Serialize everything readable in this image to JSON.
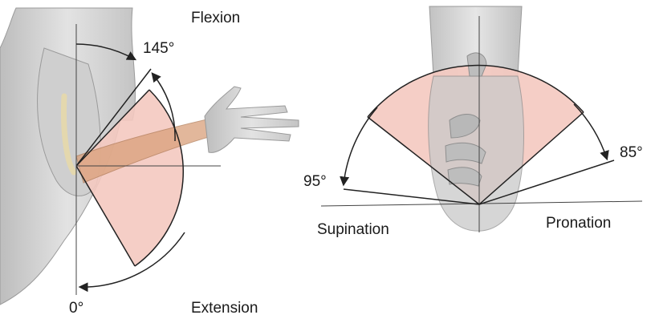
{
  "elbow_flexion": {
    "top_label": "Flexion",
    "bottom_label": "Extension",
    "max_angle_label": "145°",
    "zero_label": "0°",
    "max_angle_value": 145,
    "zero_value": 0
  },
  "forearm_rotation": {
    "left_label": "Supination",
    "right_label": "Pronation",
    "left_angle_label": "95°",
    "right_angle_label": "85°",
    "supination_value": 95,
    "pronation_value": 85
  },
  "colors": {
    "arc_fill": "#f4c9c0",
    "skin": "#d6d6d6",
    "line": "#222222",
    "muscle": "#d9a07a"
  }
}
